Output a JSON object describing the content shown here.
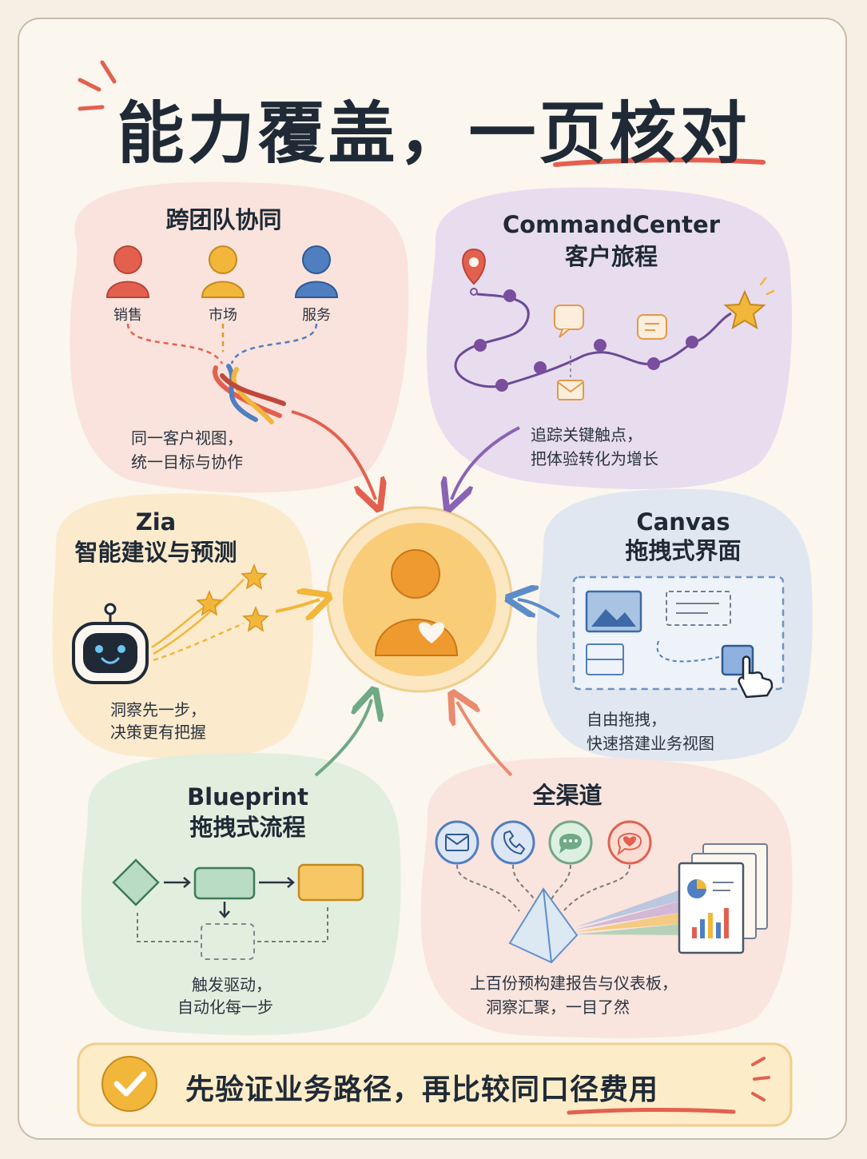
{
  "title": "能力覆盖，一页核对",
  "center_icon": "user-heart-icon",
  "panels": {
    "team": {
      "title": "跨团队协同",
      "roles": [
        "销售",
        "市场",
        "服务"
      ],
      "desc1": "同一客户视图，",
      "desc2": "统一目标与协作"
    },
    "journey": {
      "title1": "CommandCenter",
      "title2": "客户旅程",
      "desc1": "追踪关键触点，",
      "desc2": "把体验转化为增长"
    },
    "zia": {
      "title1": "Zia",
      "title2": "智能建议与预测",
      "desc1": "洞察先一步，",
      "desc2": "决策更有把握"
    },
    "canvas": {
      "title1": "Canvas",
      "title2": "拖拽式界面",
      "desc1": "自由拖拽，",
      "desc2": "快速搭建业务视图"
    },
    "blueprint": {
      "title1": "Blueprint",
      "title2": "拖拽式流程",
      "desc1": "触发驱动，",
      "desc2": "自动化每一步"
    },
    "omni": {
      "title": "全渠道",
      "channels": [
        "mail-icon",
        "phone-icon",
        "chat-icon",
        "heart-chat-icon"
      ],
      "desc1": "上百份预构建报告与仪表板，",
      "desc2": "洞察汇聚，一目了然"
    }
  },
  "banner": {
    "text": "先验证业务路径，再比较同口径费用",
    "icon": "check-circle-icon"
  },
  "colors": {
    "red": "#e3604f",
    "yellow": "#f2b63a",
    "blue": "#4f7fc0",
    "purple": "#7a4e9e",
    "orange": "#ef9a2e",
    "green": "#6fa985"
  }
}
